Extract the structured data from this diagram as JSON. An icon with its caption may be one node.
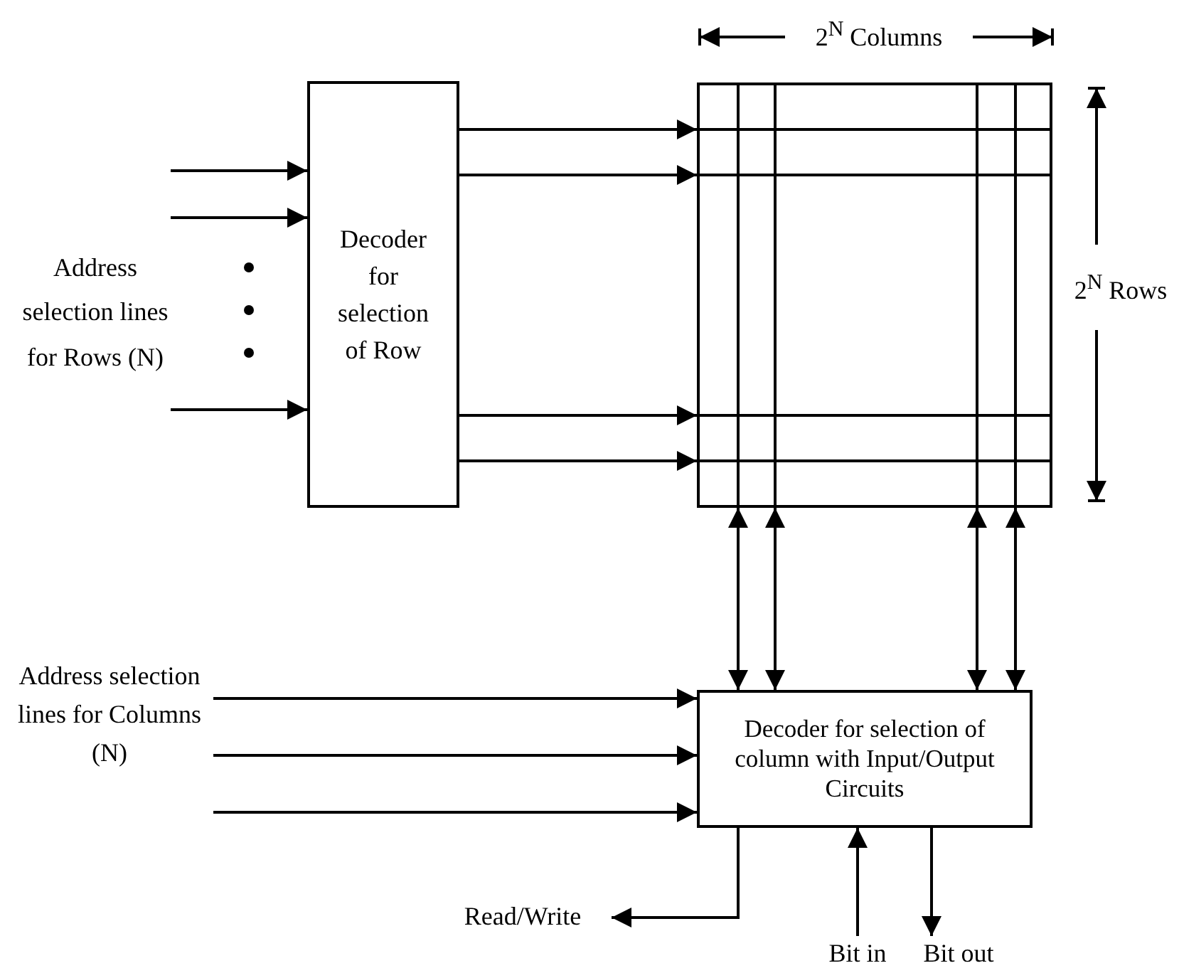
{
  "diagram": {
    "nodes": [
      {
        "text": [
          "Address selection lines for Rows (N)"
        ]
      },
      {
        "text": [
          "Decoder for selection of Row"
        ]
      },
      {
        "text": [],
        "shape": "box"
      },
      {
        "text": [
          "Address selection lines for Columns (N)"
        ]
      },
      {
        "text": [
          "Decoder for selection of column with Input/Output Circuits"
        ]
      },
      {
        "text": [
          "Read/Write"
        ]
      },
      {
        "text": [
          "Bit in"
        ]
      },
      {
        "text": [
          "Bit out"
        ]
      }
    ],
    "edges": [
      {
        "from": 0,
        "to": 1,
        "arrow": "to"
      },
      {
        "from": 0,
        "to": 1,
        "arrow": "to"
      },
      {
        "from": 0,
        "to": 1,
        "arrow": "to"
      },
      {
        "from": 1,
        "to": 2,
        "arrow": "to"
      },
      {
        "from": 1,
        "to": 2,
        "arrow": "to"
      },
      {
        "from": 1,
        "to": 2,
        "arrow": "to"
      },
      {
        "from": 1,
        "to": 2,
        "arrow": "to"
      },
      {
        "from": 2,
        "to": 4,
        "arrow": "both"
      },
      {
        "from": 2,
        "to": 4,
        "arrow": "both"
      },
      {
        "from": 2,
        "to": 4,
        "arrow": "both"
      },
      {
        "from": 2,
        "to": 4,
        "arrow": "both"
      },
      {
        "from": 3,
        "to": 4,
        "arrow": "to"
      },
      {
        "from": 3,
        "to": 4,
        "arrow": "to"
      },
      {
        "from": 3,
        "to": 4,
        "arrow": "to"
      },
      {
        "from": 4,
        "to": 5,
        "arrow": "to"
      },
      {
        "from": 6,
        "to": 4,
        "arrow": "to"
      },
      {
        "from": 4,
        "to": 7,
        "arrow": "to"
      }
    ],
    "labels": [
      "2$^{N}$ Columns",
      "2$^{N}$ Rows"
    ]
  }
}
